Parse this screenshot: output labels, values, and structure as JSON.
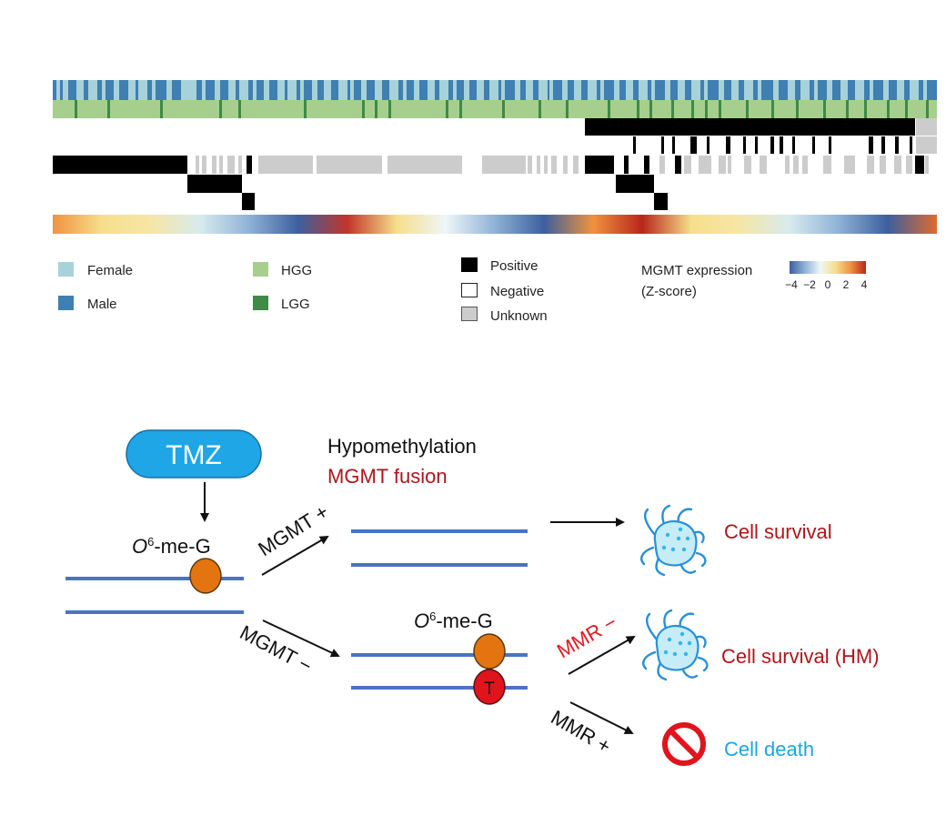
{
  "legend": {
    "gender": [
      {
        "label": "Female",
        "color": "#a7d2d9"
      },
      {
        "label": "Male",
        "color": "#3f7fb1"
      }
    ],
    "grade": [
      {
        "label": "HGG",
        "color": "#a6cf8d"
      },
      {
        "label": "LGG",
        "color": "#3e8a46"
      }
    ],
    "status": [
      {
        "label": "Positive",
        "color": "#000000"
      },
      {
        "label": "Negative",
        "color": "#ffffff"
      },
      {
        "label": "Unknown",
        "color": "#cccccc"
      }
    ],
    "expression": {
      "title_line1": "MGMT expression",
      "title_line2": "(Z-score)",
      "ticks": [
        "−4",
        "−2",
        "0",
        "2",
        "4"
      ],
      "colors": [
        "#3d5f9e",
        "#8fb2d6",
        "#eef6f8",
        "#f6df8c",
        "#f0923e",
        "#b8261c"
      ]
    }
  },
  "heatmap": {
    "colors": {
      "male": "#3f7fb1",
      "female": "#a7d2d9",
      "hgg": "#a6cf8d",
      "lgg": "#3e8a46",
      "positive": "#000000",
      "unknown": "#cccccc"
    },
    "expression_gradient": [
      "#f0923e",
      "#f6df8c",
      "#f6e6a6",
      "#d7ebee",
      "#8fb2d6",
      "#3d5f9e",
      "#c3352a",
      "#f6df8c",
      "#eef6f8",
      "#8fb2d6",
      "#3d5f9e",
      "#f0923e",
      "#b8261c",
      "#f6df8c",
      "#f6e6a6",
      "#d7ebee",
      "#8fb2d6",
      "#3d5f9e",
      "#e06a2f"
    ]
  },
  "diagram": {
    "tmz": "TMZ",
    "o6_prefix": "O",
    "o6_sup": "6",
    "o6_suffix": "-me-G",
    "hypomethylation": "Hypomethylation",
    "mgmt_fusion": "MGMT fusion",
    "mgmt_plus": "MGMT +",
    "mgmt_minus": "MGMT −",
    "mmr_minus": "MMR −",
    "mmr_plus": "MMR +",
    "thymine": "T",
    "cell_survival": "Cell survival",
    "cell_survival_hm": "Cell survival  (HM)",
    "cell_death": "Cell death",
    "colors": {
      "strand": "#4a73c2",
      "tmz_fill": "#1ea6e6",
      "adduct": "#e3740f",
      "thymine": "#e0141c",
      "cell_stroke": "#2a8fd6",
      "cell_fill": "#c6ecf8",
      "death_icon": "#e0141c"
    }
  }
}
